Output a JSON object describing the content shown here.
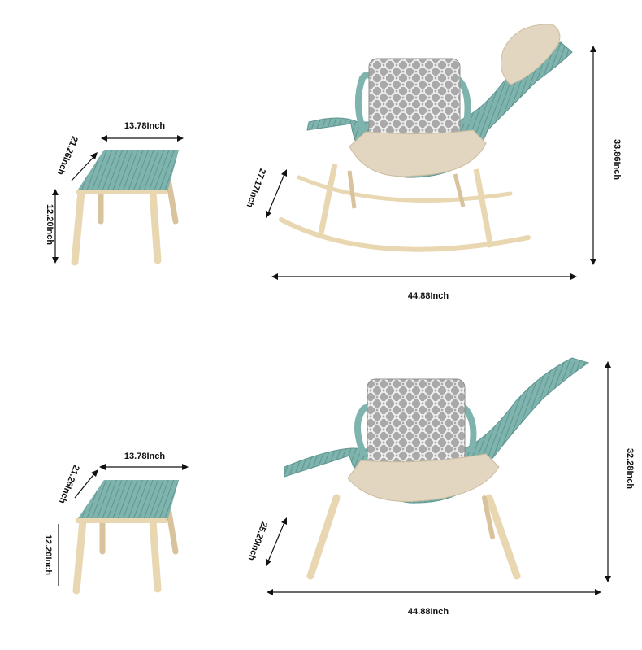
{
  "colors": {
    "rope": "#7fb3ad",
    "rope_dark": "#5e9690",
    "wood": "#e9d7b2",
    "wood_dark": "#cdb487",
    "cushion": "#e3d6c1",
    "pillow": "#a9a9a9",
    "dimension_ink": "#111111"
  },
  "top_row": {
    "stool": {
      "width_label": "13.78Inch",
      "depth_label": "21.26Inch",
      "height_label": "12.20Inch"
    },
    "rocking_chair": {
      "depth_label": "27.17Inch",
      "height_label": "33.86Inch",
      "width_label": "44.88Inch"
    }
  },
  "bottom_row": {
    "stool": {
      "width_label": "13.78Inch",
      "depth_label": "21.26Inch",
      "height_label": "12.20Inch"
    },
    "lounge_chair": {
      "depth_label": "25.20Inch",
      "height_label": "32.28Inch",
      "width_label": "44.88Inch"
    }
  }
}
